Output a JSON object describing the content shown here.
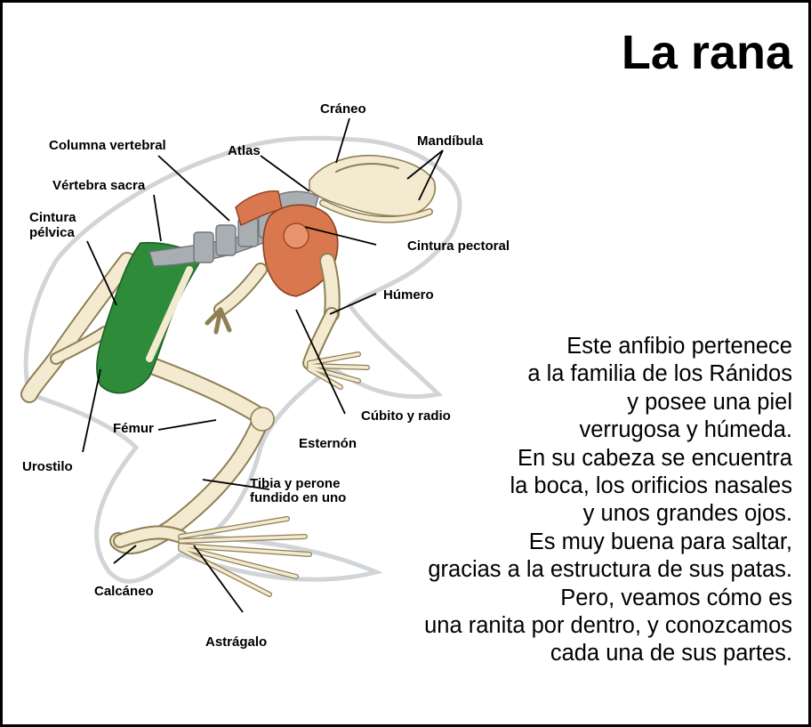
{
  "title": "La rana",
  "description_lines": [
    "Este anfibio pertenece",
    "a la familia de los Ránidos",
    "y posee una piel",
    "verrugosa y húmeda.",
    "En su cabeza se encuentra",
    "la boca, los orificios nasales",
    "y unos grandes ojos.",
    "Es muy buena para saltar,",
    "gracias a la estructura de sus patas.",
    "Pero, veamos cómo es",
    "una ranita por dentro, y conozcamos",
    "cada una de sus partes."
  ],
  "labels": {
    "craneo": "Cráneo",
    "columna": "Columna vertebral",
    "atlas": "Atlas",
    "mandibula": "Mandíbula",
    "vertebra_sacra": "Vértebra sacra",
    "cintura_pelvica_1": "Cintura",
    "cintura_pelvica_2": "pélvica",
    "cintura_pectoral": "Cintura pectoral",
    "humero": "Húmero",
    "cubito": "Cúbito y radio",
    "femur": "Fémur",
    "esternon": "Esternón",
    "urostilo": "Urostilo",
    "tibia_1": "Tibia y perone",
    "tibia_2": "fundido en uno",
    "calcaneo": "Calcáneo",
    "astragalo": "Astrágalo"
  },
  "colors": {
    "bone": "#f3ead0",
    "bone_outline": "#8e7f55",
    "pectoral_girdle": "#d9784f",
    "pelvic_girdle": "#2e8b3a",
    "vertebrae": "#a9aeb3",
    "body_outline": "#d2d5d8"
  }
}
